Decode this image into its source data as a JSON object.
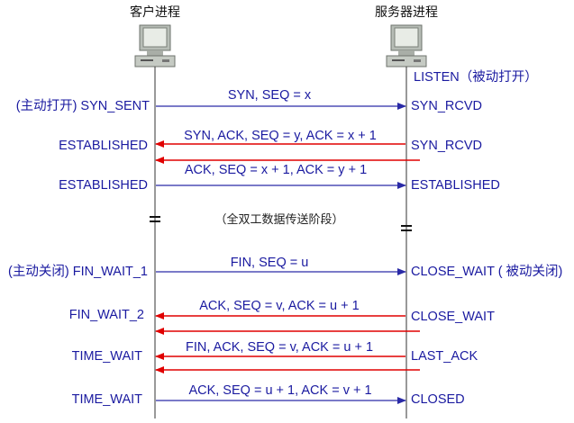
{
  "titles": {
    "client": "客户进程",
    "server": "服务器进程"
  },
  "icons": {
    "client": "computer-icon",
    "server": "computer-icon"
  },
  "server_initial_state": "LISTEN（被动打开）",
  "middle_note": "（全双工数据传送阶段）",
  "colors": {
    "state_text": "#1a1aa0",
    "client_to_server": "#2a2aa6",
    "server_to_client": "#e00000",
    "lifeline": "#333333"
  },
  "steps": [
    {
      "message": "SYN, SEQ = x",
      "direction": "client_to_server",
      "client_state": "(主动打开) SYN_SENT",
      "server_state": "SYN_RCVD"
    },
    {
      "message": "SYN, ACK, SEQ = y, ACK = x + 1",
      "direction": "server_to_client",
      "client_state": "ESTABLISHED",
      "server_state": "SYN_RCVD"
    },
    {
      "message": "ACK, SEQ = x + 1, ACK = y + 1",
      "direction": "client_to_server",
      "client_state": "ESTABLISHED",
      "server_state": "ESTABLISHED"
    },
    {
      "message": "FIN, SEQ = u",
      "direction": "client_to_server",
      "client_state": "(主动关闭) FIN_WAIT_1",
      "server_state": "CLOSE_WAIT ( 被动关闭)"
    },
    {
      "message": "ACK, SEQ = v, ACK = u + 1",
      "direction": "server_to_client",
      "client_state": "FIN_WAIT_2",
      "server_state": "CLOSE_WAIT"
    },
    {
      "message": "FIN, ACK, SEQ = v, ACK = u + 1",
      "direction": "server_to_client",
      "client_state": "TIME_WAIT",
      "server_state": "LAST_ACK"
    },
    {
      "message": "ACK, SEQ = u + 1, ACK = v + 1",
      "direction": "client_to_server",
      "client_state": "TIME_WAIT",
      "server_state": "CLOSED"
    }
  ]
}
